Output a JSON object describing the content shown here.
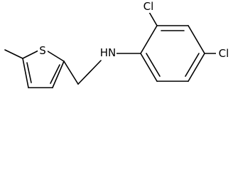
{
  "molecule": {
    "atoms": {
      "sulfur": "S",
      "amine": "HN",
      "chlorine_ortho": "Cl",
      "chlorine_para": "Cl"
    }
  },
  "colors": {
    "bond": "#000000",
    "label": "#000000",
    "background": "#ffffff"
  }
}
